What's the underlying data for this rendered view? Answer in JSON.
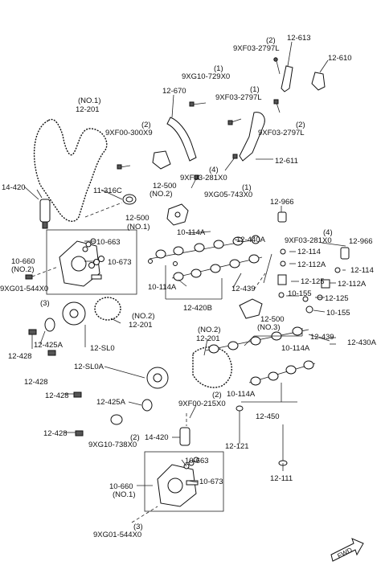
{
  "labels": {
    "l_12613": "12-613",
    "l_12610": "12-610",
    "l_9xf03_2797l_a": "9XF03-2797L",
    "l_q2_a": "(2)",
    "l_9xg10_729x0": "9XG10-729X0",
    "l_q1_a": "(1)",
    "l_12670": "12-670",
    "l_9xf03_2797l_b": "9XF03-2797L",
    "l_q1_b": "(1)",
    "l_no1_a": "(NO.1)",
    "l_12201_a": "12-201",
    "l_q2_b": "(2)",
    "l_9xf00_300x9": "9XF00-300X9",
    "l_q2_c": "(2)",
    "l_9xf03_2797l_c": "9XF03-2797L",
    "l_12611": "12-611",
    "l_12500_a": "12-500",
    "l_no2_a": "(NO.2)",
    "l_q4_a": "(4)",
    "l_9xf03_281x0_a": "9XF03-281X0",
    "l_q1_c": "(1)",
    "l_9xg05_743x0": "9XG05-743X0",
    "l_14420_a": "14-420",
    "l_11316c": "11-316C",
    "l_12966_a": "12-966",
    "l_12500_b": "12-500",
    "l_no1_b": "(NO.1)",
    "l_10114a_a": "10-114A",
    "l_12440a": "12-440A",
    "l_q4_b": "(4)",
    "l_9xf03_281x0_b": "9XF03-281X0",
    "l_12966_b": "12-966",
    "l_10663_a": "10-663",
    "l_12114_a": "12-114",
    "l_12114_b": "12-114",
    "l_10660_a": "10-660",
    "l_no2_b": "(NO.2)",
    "l_10673_a": "10-673",
    "l_12112a_a": "12-112A",
    "l_12125_a": "12-125",
    "l_12112a_b": "12-112A",
    "l_10114a_b": "10-114A",
    "l_12439_a": "12-439",
    "l_10155_a": "10-155",
    "l_12125_b": "12-125",
    "l_9xg01_544x0_a": "9XG01-544X0",
    "l_q3_a": "(3)",
    "l_12420b": "12-420B",
    "l_10155_b": "10-155",
    "l_no2_c": "(NO.2)",
    "l_12201_b": "12-201",
    "l_12500_c": "12-500",
    "l_no3": "(NO.3)",
    "l_12439_b": "12-439",
    "l_12430a": "12-430A",
    "l_12425a_a": "12-425A",
    "l_10114a_c": "10-114A",
    "l_12sl0": "12-SL0",
    "l_12428_a": "12-428",
    "l_no2_d": "(NO.2)",
    "l_12201_c": "12-201",
    "l_12428_b": "12-428",
    "l_12sl0a": "12-SL0A",
    "l_12428_c": "12-428",
    "l_10114a_d": "10-114A",
    "l_12425a_b": "12-425A",
    "l_9xf00_215x0": "9XF00-215X0",
    "l_q2_d": "(2)",
    "l_12450": "12-450",
    "l_12428_d": "12-428",
    "l_q2_e": "(2)",
    "l_14420_b": "14-420",
    "l_12121": "12-121",
    "l_9xg10_738x0": "9XG10-738X0",
    "l_10663_b": "10-663",
    "l_10660_b": "10-660",
    "l_no1_c": "(NO.1)",
    "l_10673_b": "10-673",
    "l_12111": "12-111",
    "l_q3_b": "(3)",
    "l_9xg01_544x0_b": "9XG01-544X0",
    "l_fwd": "FWD"
  }
}
